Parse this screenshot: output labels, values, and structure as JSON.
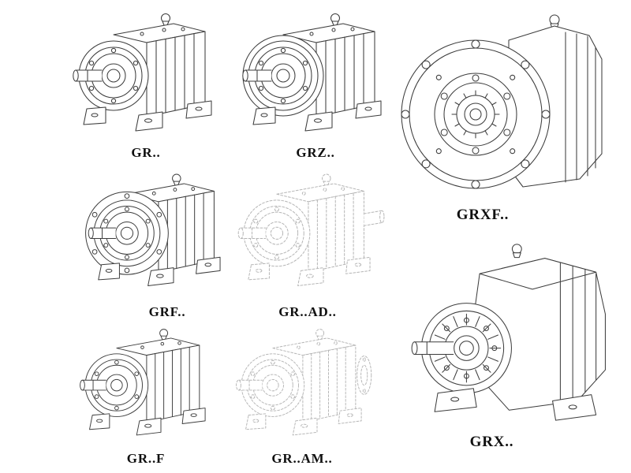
{
  "colors": {
    "line": "#3d3d3d",
    "phantom_line": "#b5b5b5",
    "background": "#ffffff"
  },
  "catalog": {
    "items": [
      {
        "id": "gr",
        "label": "GR.."
      },
      {
        "id": "grz",
        "label": "GRZ.."
      },
      {
        "id": "grxf",
        "label": "GRXF.."
      },
      {
        "id": "grf",
        "label": "GRF.."
      },
      {
        "id": "gr-ad",
        "label": "GR..AD.."
      },
      {
        "id": "gr-f",
        "label": "GR..F"
      },
      {
        "id": "gr-am",
        "label": "GR..AM.."
      },
      {
        "id": "grx",
        "label": "GRX.."
      }
    ]
  }
}
